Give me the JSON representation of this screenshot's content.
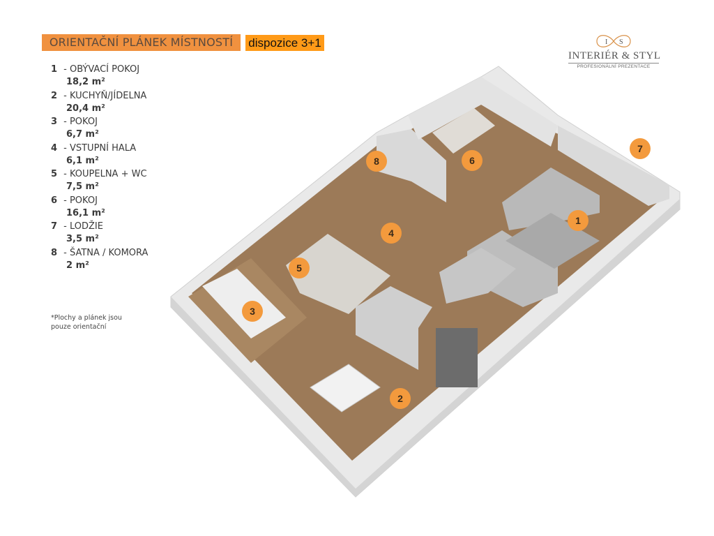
{
  "header": {
    "title": "ORIENTAČNÍ PLÁNEK MÍSTNOSTÍ",
    "disposition": "dispozice 3+1"
  },
  "logo": {
    "monogram": "I & S",
    "name": "INTERIÉR & STYL",
    "tagline": "PROFESIONÁLNÍ PREZENTACE"
  },
  "rooms": [
    {
      "num": "1",
      "name": "- OBÝVACÍ POKOJ",
      "area": "18,2 m²"
    },
    {
      "num": "2",
      "name": "- KUCHYŇ/JÍDELNA",
      "area": "20,4 m²"
    },
    {
      "num": "3",
      "name": "- POKOJ",
      "area": "6,7 m²"
    },
    {
      "num": "4",
      "name": "- VSTUPNÍ HALA",
      "area": "6,1 m²"
    },
    {
      "num": "5",
      "name": "- KOUPELNA + WC",
      "area": "7,5 m²"
    },
    {
      "num": "6",
      "name": "- POKOJ",
      "area": "16,1 m²"
    },
    {
      "num": "7",
      "name": "- LODŽIE",
      "area": "3,5 m²"
    },
    {
      "num": "8",
      "name": "- ŠATNA / KOMORA",
      "area": "2 m²"
    }
  ],
  "note": "*Plochy  a plánek jsou pouze orientační",
  "colors": {
    "accent": "#f0913f",
    "disposition_bg": "#ff9a18",
    "marker": "#f39a3d",
    "floor": "#9c7a58"
  }
}
